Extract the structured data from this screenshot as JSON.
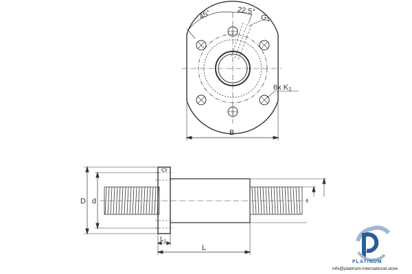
{
  "drawing": {
    "front_view": {
      "angle_labels": [
        "45°",
        "22.5°"
      ],
      "thread_label": "G",
      "thread_label_sub": "1",
      "holes_label": "6x  K",
      "holes_label_sub": "1",
      "width_label": "B"
    },
    "side_view": {
      "outer_diameter_label": "D",
      "inner_diameter_label": "d",
      "flange_thickness_label": "L",
      "flange_thickness_sub": "1",
      "length_label": "L",
      "right_dim_label": "t"
    }
  },
  "logo": {
    "brand": "PLATINUM",
    "email": "info@platinum-international.store",
    "colors": {
      "primary": "#2a5d96",
      "secondary": "#9fb7d3"
    }
  }
}
